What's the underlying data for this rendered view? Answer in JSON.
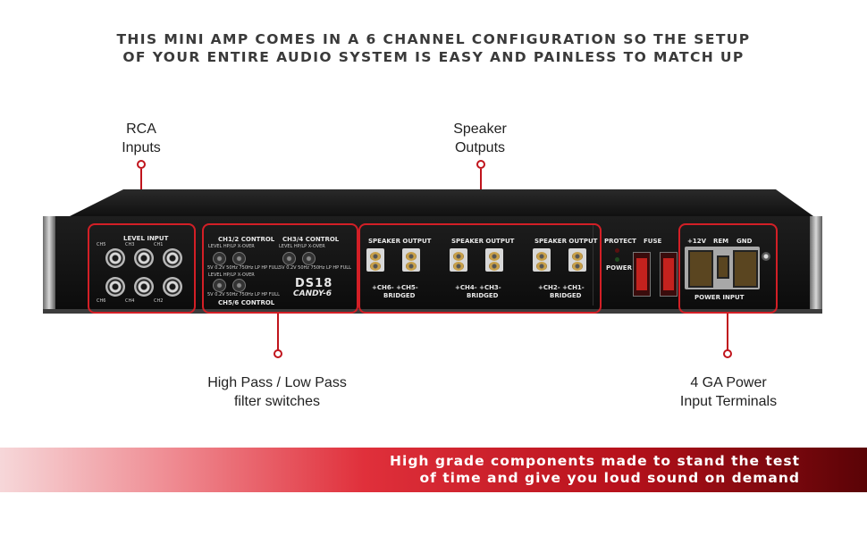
{
  "headline": {
    "line1": "THIS MINI AMP COMES IN A 6 CHANNEL CONFIGURATION SO THE SETUP",
    "line2": "OF YOUR ENTIRE AUDIO SYSTEM IS EASY AND PAINLESS TO MATCH UP"
  },
  "callouts": {
    "rca": {
      "line1": "RCA",
      "line2": "Inputs"
    },
    "speaker": {
      "line1": "Speaker",
      "line2": "Outputs"
    },
    "filter": {
      "line1": "High Pass / Low Pass",
      "line2": "filter switches"
    },
    "power": {
      "line1": "4 GA Power",
      "line2": "Input Terminals"
    }
  },
  "amp": {
    "brand": "DS18",
    "model": "CANDY-6",
    "level_input": "LEVEL INPUT",
    "rca_labels": [
      "CH5",
      "CH3",
      "CH1",
      "CH6",
      "CH4",
      "CH2"
    ],
    "ch12_control": "CH1/2 CONTROL",
    "ch34_control": "CH3/4 CONTROL",
    "ch56_control": "CH5/6 CONTROL",
    "ctrl_row": "LEVEL  HP/LP    X-OVER",
    "ctrl_scale": "5V  0.2V 50Hz  750Hz  LP  HP  FULL",
    "speaker_output": "SPEAKER OUTPUT",
    "bridged": "BRIDGED",
    "pairs": [
      "+CH6-  +CH5-",
      "+CH4-  +CH3-",
      "+CH2-  +CH1-"
    ],
    "protect": "PROTECT",
    "power_led": "POWER",
    "fuse": "FUSE",
    "power_terms": [
      "+12V",
      "REM",
      "GND"
    ],
    "power_input": "POWER INPUT",
    "highlight_color": "#d31f26"
  },
  "banner": {
    "line1": "High grade components made to stand the test",
    "line2": "of time and give you loud sound on demand"
  }
}
